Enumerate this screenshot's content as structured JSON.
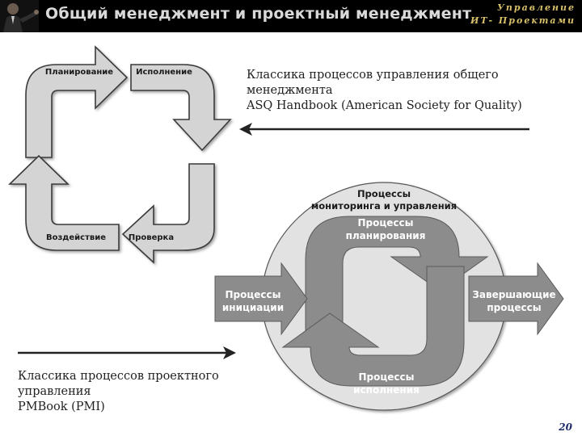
{
  "header": {
    "title": "Общий менеджмент и проектный менеджмент",
    "brand_line1": "Управление",
    "brand_line2": "ИТ- Проектами"
  },
  "cycle": {
    "top_left": "Планирование",
    "top_right": "Исполнение",
    "bottom_right": "Проверка",
    "bottom_left": "Воздействие"
  },
  "caption_general": {
    "line1": "Классика процессов управления общего",
    "line2": "менеджмента",
    "line3": "ASQ Handbook (American Society for Quality)"
  },
  "pm_diagram": {
    "monitoring_line1": "Процессы",
    "monitoring_line2": "мониторинга и управления",
    "planning_line1": "Процессы",
    "planning_line2": "планирования",
    "initiation_line1": "Процессы",
    "initiation_line2": "инициации",
    "closing_line1": "Завершающие",
    "closing_line2": "процессы",
    "execution_line1": "Процессы",
    "execution_line2": "исполнения"
  },
  "caption_project": {
    "line1": "Классика процессов проектного",
    "line2": "управления",
    "line3": "PMBook (PMI)"
  },
  "page_number": "20",
  "colors": {
    "header_bg": "#000000",
    "brand": "#d8c068",
    "cycle_arrow": "#d4d4d4",
    "pm_circle": "#e2e2e2",
    "pm_arrow": "#8c8c8c",
    "pm_text": "#ffffff"
  }
}
